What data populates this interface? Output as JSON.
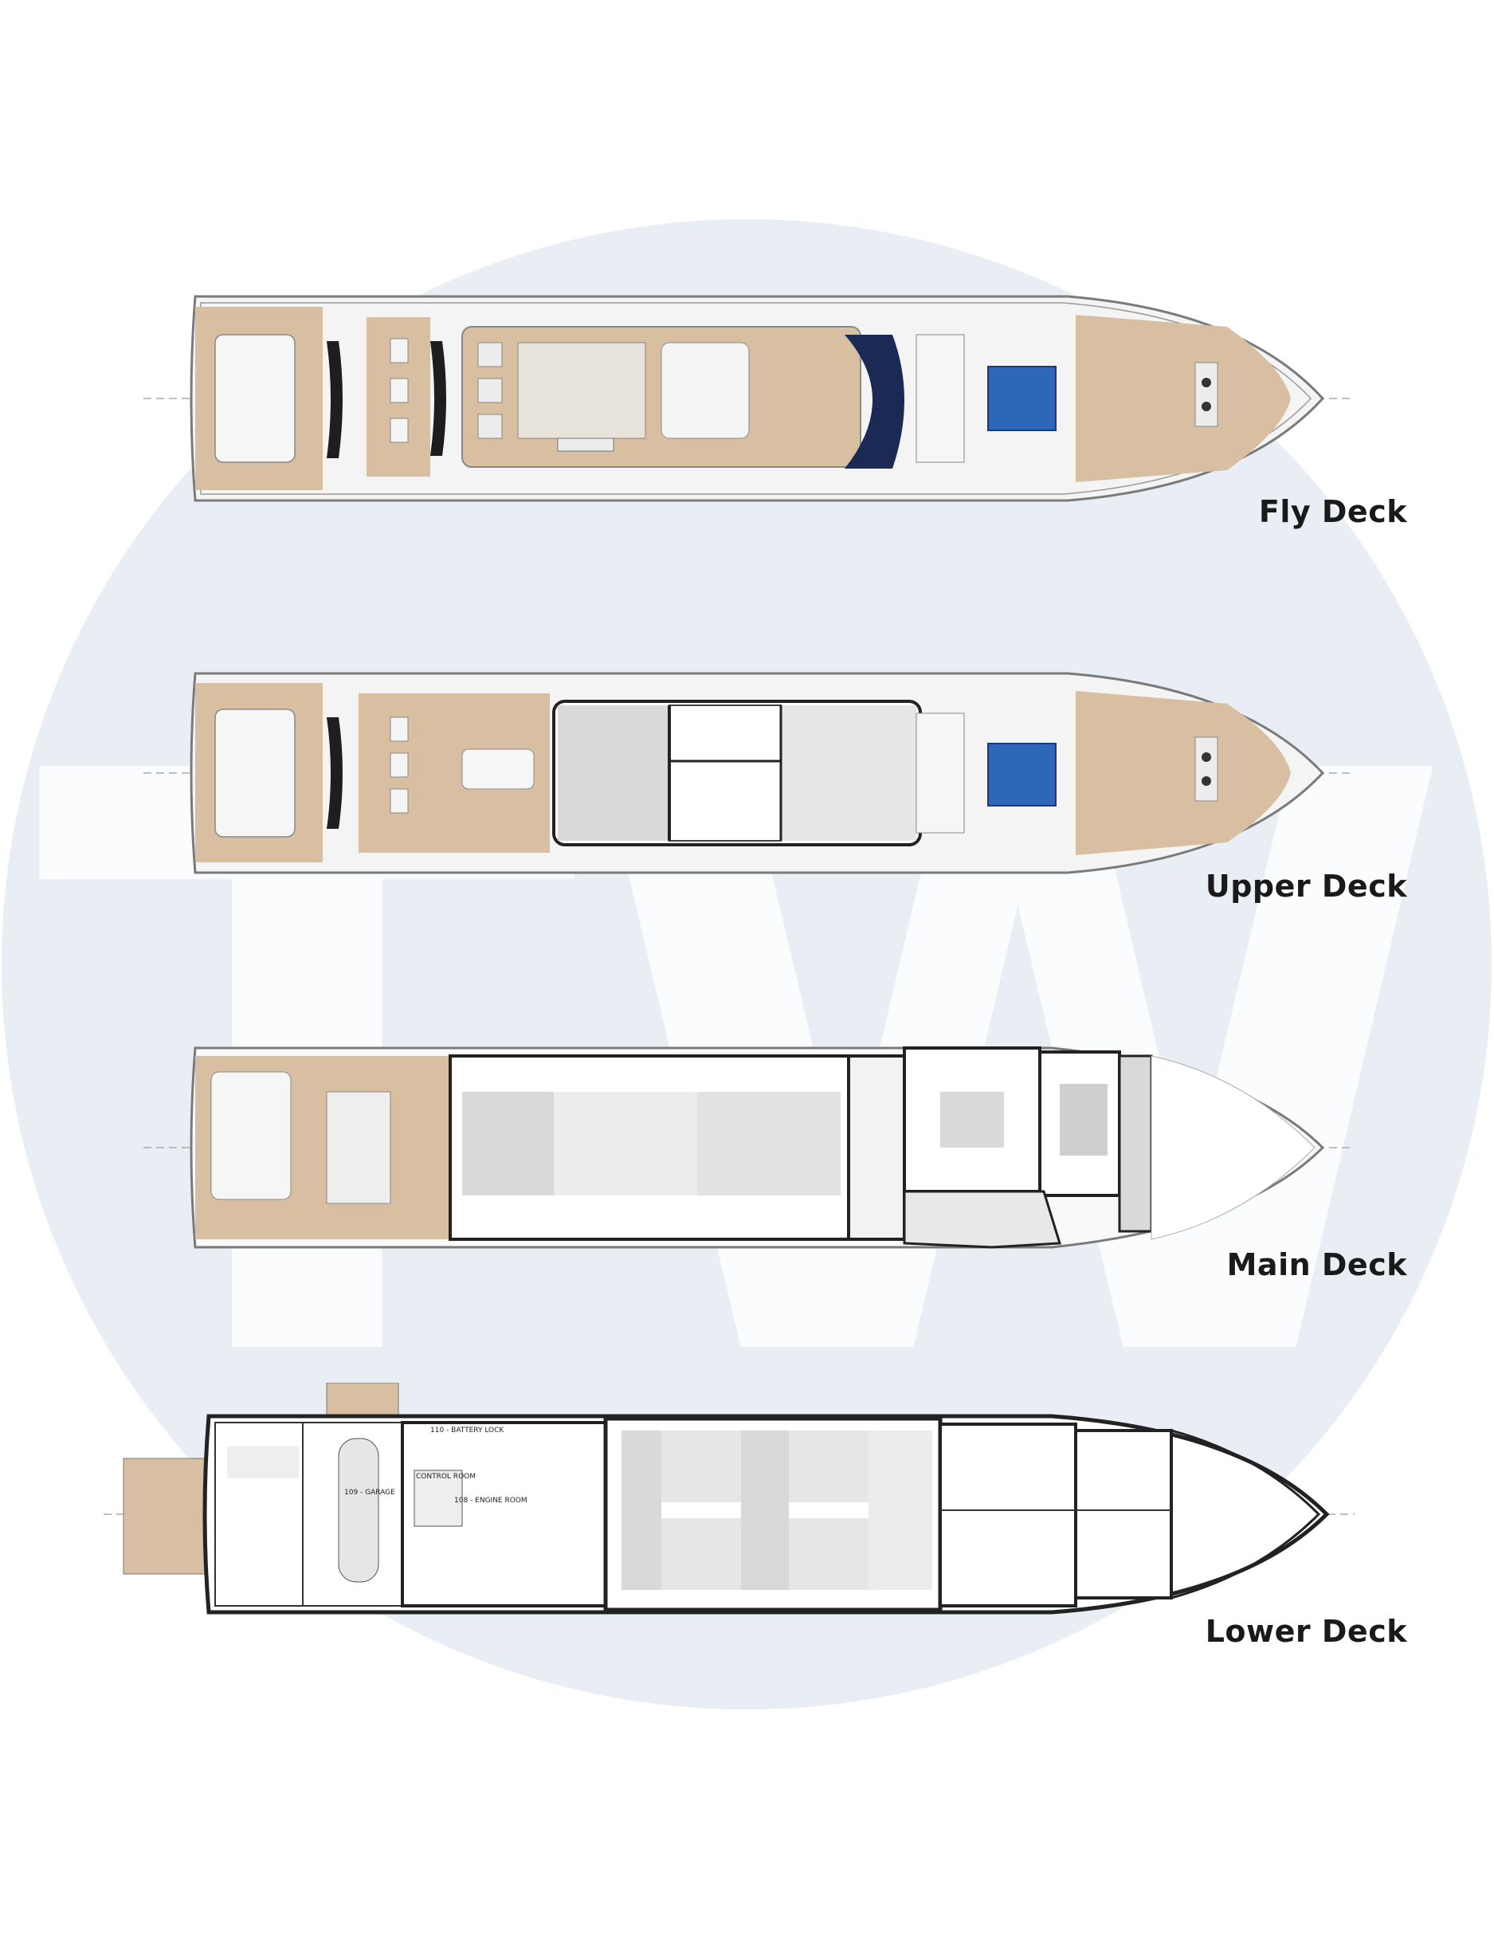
{
  "watermark": {
    "letters": "TW",
    "circle_color": "#e9eef5",
    "letter_color": "#ffffff"
  },
  "colors": {
    "teak": "#d8bfa2",
    "teak_dark": "#c9ad8c",
    "hull_outline": "#7a7a7a",
    "pool": "#2e66b8",
    "interior_grey": "#d9d9d9",
    "wall": "#222222"
  },
  "decks": [
    {
      "id": "fly",
      "label": "Fly Deck"
    },
    {
      "id": "upper",
      "label": "Upper Deck"
    },
    {
      "id": "main",
      "label": "Main Deck"
    },
    {
      "id": "lower",
      "label": "Lower Deck",
      "rooms": [
        "110 - BATTERY LOCK",
        "108 - ENGINE ROOM",
        "109 - GARAGE",
        "CONTROL ROOM"
      ]
    }
  ]
}
